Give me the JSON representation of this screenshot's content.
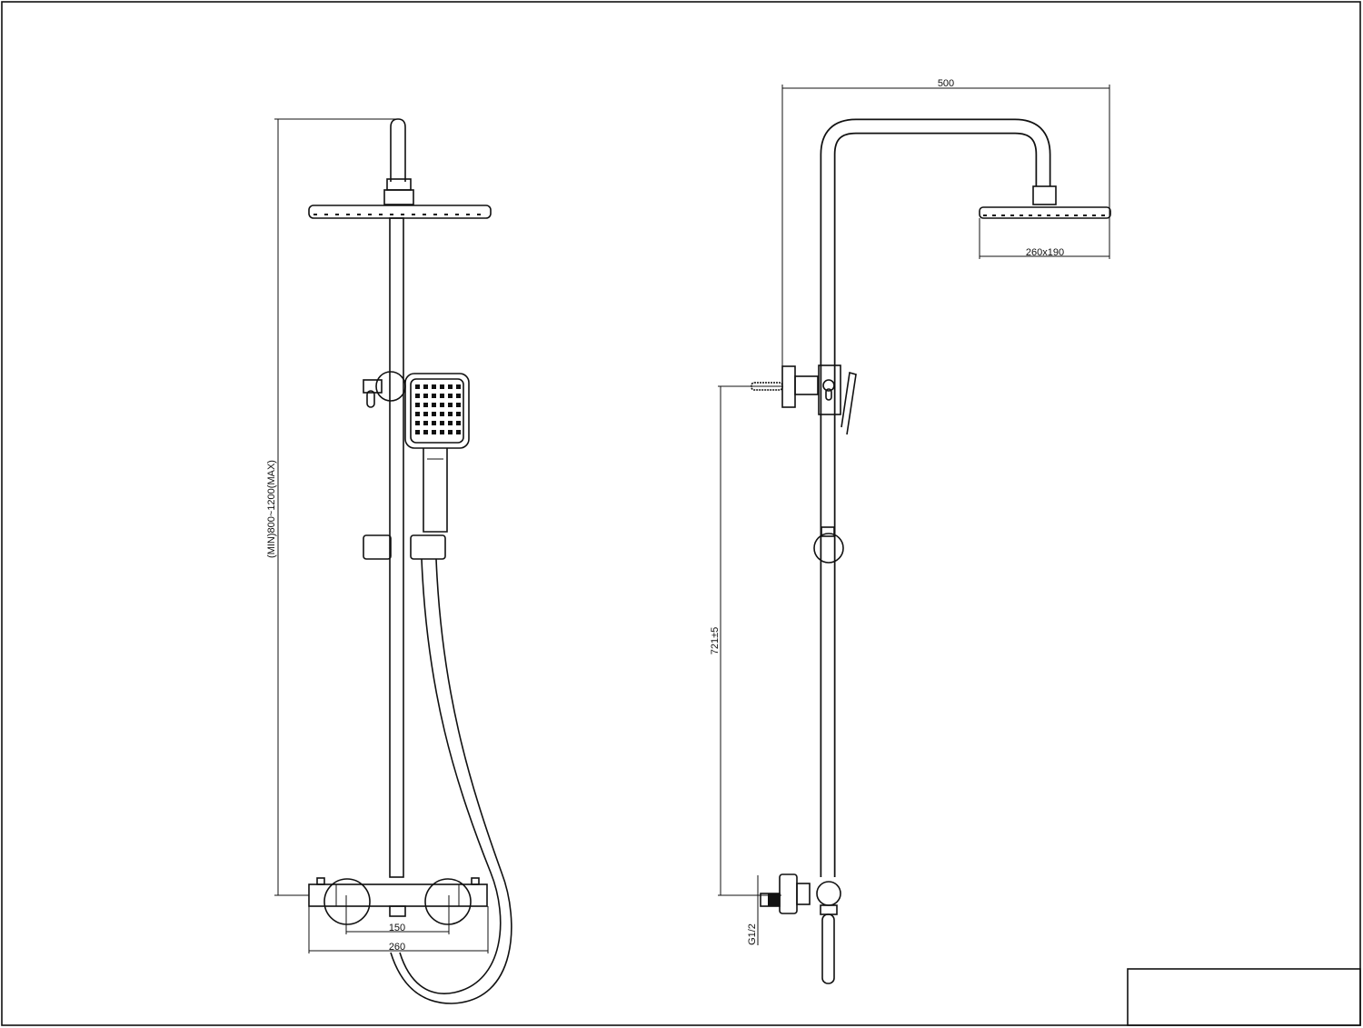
{
  "drawing": {
    "front_view": {
      "total_height_dimension": "(MIN)800~1200(MAX)",
      "inlet_centers_dimension": "150",
      "mixer_width_dimension": "260"
    },
    "side_view": {
      "arm_projection_dimension": "500",
      "head_size_dimension": "260x190",
      "bracket_height_dimension": "721±5",
      "inlet_thread_dimension": "G1/2"
    }
  }
}
